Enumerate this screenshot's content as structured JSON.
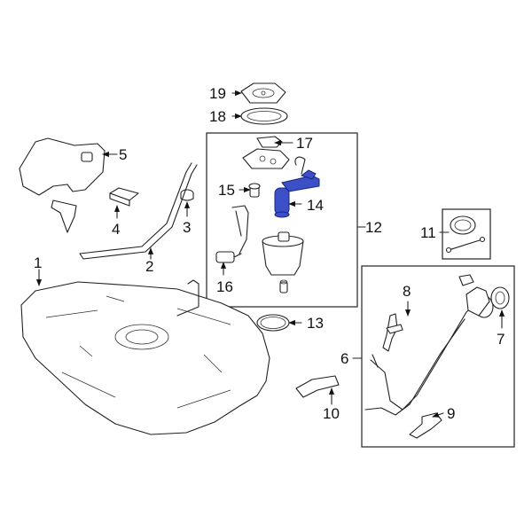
{
  "highlight_color": "#3b4fc7",
  "labels": [
    {
      "id": "1",
      "text": "1"
    },
    {
      "id": "2",
      "text": "2"
    },
    {
      "id": "3",
      "text": "3"
    },
    {
      "id": "4",
      "text": "4"
    },
    {
      "id": "5",
      "text": "5"
    },
    {
      "id": "6",
      "text": "6"
    },
    {
      "id": "7",
      "text": "7"
    },
    {
      "id": "8",
      "text": "8"
    },
    {
      "id": "9",
      "text": "9"
    },
    {
      "id": "10",
      "text": "10"
    },
    {
      "id": "11",
      "text": "11"
    },
    {
      "id": "12",
      "text": "12"
    },
    {
      "id": "13",
      "text": "13"
    },
    {
      "id": "14",
      "text": "14"
    },
    {
      "id": "15",
      "text": "15"
    },
    {
      "id": "16",
      "text": "16"
    },
    {
      "id": "17",
      "text": "17"
    },
    {
      "id": "18",
      "text": "18"
    },
    {
      "id": "19",
      "text": "19"
    }
  ]
}
